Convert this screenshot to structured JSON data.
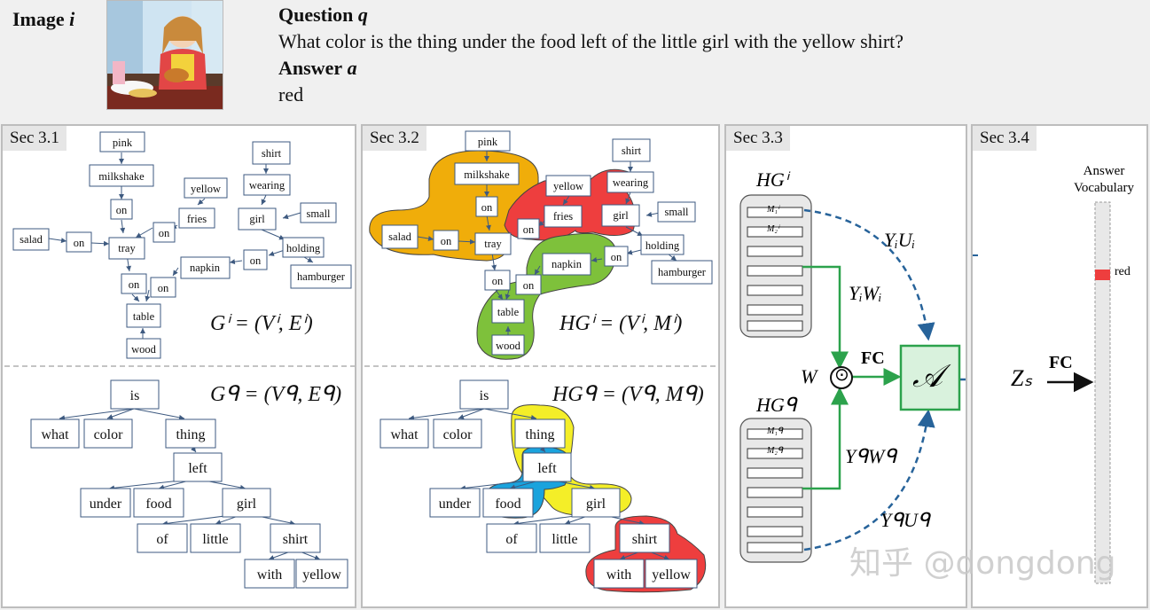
{
  "header": {
    "image_label_prefix": "Image",
    "image_label_var": "i",
    "question_label_prefix": "Question",
    "question_label_var": "q",
    "question_text": "What color is the thing under the food left of the little girl with the yellow shirt?",
    "answer_label_prefix": "Answer",
    "answer_label_var": "a",
    "answer_text": "red"
  },
  "sections": {
    "s31": "Sec 3.1",
    "s32": "Sec 3.2",
    "s33": "Sec 3.3",
    "s34": "Sec 3.4"
  },
  "equations": {
    "gi": "Gⁱ = (Vⁱ, Eⁱ)",
    "gq": "Gᑫ = (Vᑫ, Eᑫ)",
    "hgi": "HGⁱ = (Vⁱ, Mⁱ)",
    "hgq": "HGᑫ = (Vᑫ, Mᑫ)"
  },
  "image_graph_nodes": {
    "pink": "pink",
    "milkshake": "milkshake",
    "on1": "on",
    "yellow": "yellow",
    "fries": "fries",
    "on2": "on",
    "salad": "salad",
    "on3": "on",
    "tray": "tray",
    "shirt": "shirt",
    "wearing": "wearing",
    "girl": "girl",
    "small": "small",
    "holding": "holding",
    "hamburger": "hamburger",
    "napkin": "napkin",
    "on4": "on",
    "on5": "on",
    "on6": "on",
    "table": "table",
    "wood": "wood"
  },
  "question_tree_nodes": {
    "is": "is",
    "what": "what",
    "color": "color",
    "thing": "thing",
    "left": "left",
    "under": "under",
    "food": "food",
    "girl": "girl",
    "of": "of",
    "little": "little",
    "shirt": "shirt",
    "with": "with",
    "yellow": "yellow"
  },
  "sec33": {
    "hgi": "HGⁱ",
    "hgq": "HGᑫ",
    "m1i": "M₁ⁱ",
    "m2i": "M₂ⁱ",
    "m1q": "M₁ᑫ",
    "m2q": "M₂ᑫ",
    "yiui": "YᵢUᵢ",
    "yiwi": "YᵢWᵢ",
    "yqwq": "YᑫWᑫ",
    "yquq": "YᑫUᑫ",
    "w": "W",
    "odot": "⊙",
    "fc": "FC",
    "attn": "𝒜",
    "zs": "Zₛ"
  },
  "sec34": {
    "fc": "FC",
    "vocab_line1": "Answer",
    "vocab_line2": "Vocabulary",
    "answer": "red"
  },
  "watermark": "知乎 @dongdong",
  "colors": {
    "node_border": "#3e5a80",
    "edge": "#3e5a80",
    "orange": "#f0ad0a",
    "red": "#ee3e3e",
    "green": "#7ec13b",
    "yellow": "#f4ee28",
    "blue": "#1aa3dd",
    "green_line": "#2ca24c",
    "blue_dash": "#27639a",
    "attn_fill": "#d9f2dd"
  }
}
